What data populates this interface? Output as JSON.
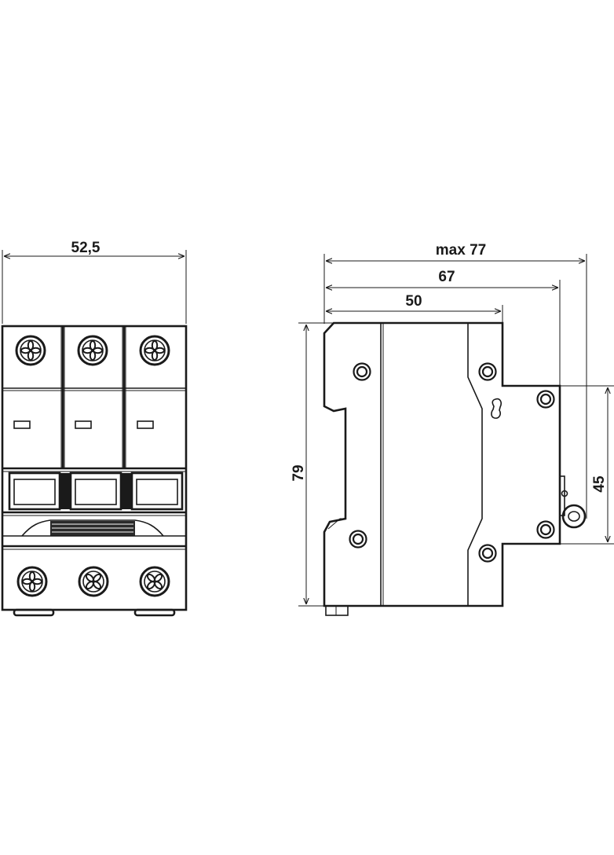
{
  "dimensions": {
    "front_width": "52,5",
    "side_max_depth": "max 77",
    "side_depth_67": "67",
    "side_depth_50": "50",
    "side_height": "79",
    "side_rail_height": "45"
  },
  "colors": {
    "line": "#1a1a1a",
    "background": "#ffffff"
  }
}
